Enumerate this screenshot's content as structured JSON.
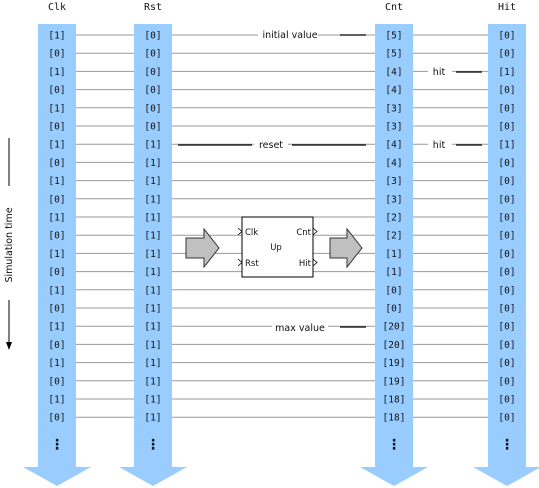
{
  "columns": [
    {
      "key": "clk",
      "header": "Clk",
      "values": [
        "[1]",
        "[0]",
        "[1]",
        "[0]",
        "[1]",
        "[0]",
        "[1]",
        "[0]",
        "[1]",
        "[0]",
        "[1]",
        "[0]",
        "[1]",
        "[0]",
        "[1]",
        "[0]",
        "[1]",
        "[0]",
        "[1]",
        "[0]",
        "[1]",
        "[0]"
      ]
    },
    {
      "key": "rst",
      "header": "Rst",
      "values": [
        "[0]",
        "[0]",
        "[0]",
        "[0]",
        "[0]",
        "[0]",
        "[1]",
        "[1]",
        "[1]",
        "[1]",
        "[1]",
        "[1]",
        "[1]",
        "[1]",
        "[1]",
        "[1]",
        "[1]",
        "[1]",
        "[1]",
        "[1]",
        "[1]",
        "[1]"
      ]
    },
    {
      "key": "cnt",
      "header": "Cnt",
      "values": [
        "[5]",
        "[5]",
        "[4]",
        "[4]",
        "[3]",
        "[3]",
        "[4]",
        "[4]",
        "[3]",
        "[3]",
        "[2]",
        "[2]",
        "[1]",
        "[1]",
        "[0]",
        "[0]",
        "[20]",
        "[20]",
        "[19]",
        "[19]",
        "[18]",
        "[18]"
      ]
    },
    {
      "key": "hit",
      "header": "Hit",
      "values": [
        "[0]",
        "[0]",
        "[1]",
        "[0]",
        "[0]",
        "[0]",
        "[1]",
        "[0]",
        "[0]",
        "[0]",
        "[0]",
        "[0]",
        "[0]",
        "[0]",
        "[0]",
        "[0]",
        "[0]",
        "[0]",
        "[0]",
        "[0]",
        "[0]",
        "[0]"
      ]
    }
  ],
  "continuation": "⋮",
  "annotations": {
    "initial_value": "initial value",
    "reset": "reset",
    "max_value": "max value",
    "hit_1": "hit",
    "hit_2": "hit"
  },
  "block": {
    "name": "Up",
    "in_ports": [
      "Clk",
      "Rst"
    ],
    "out_ports": [
      "Cnt",
      "Hit"
    ]
  },
  "axis_label": "Simulation time",
  "colors": {
    "column_fill": "#99ccff",
    "row_line": "#999999",
    "block_arrow_fill": "#c0c0c0"
  }
}
